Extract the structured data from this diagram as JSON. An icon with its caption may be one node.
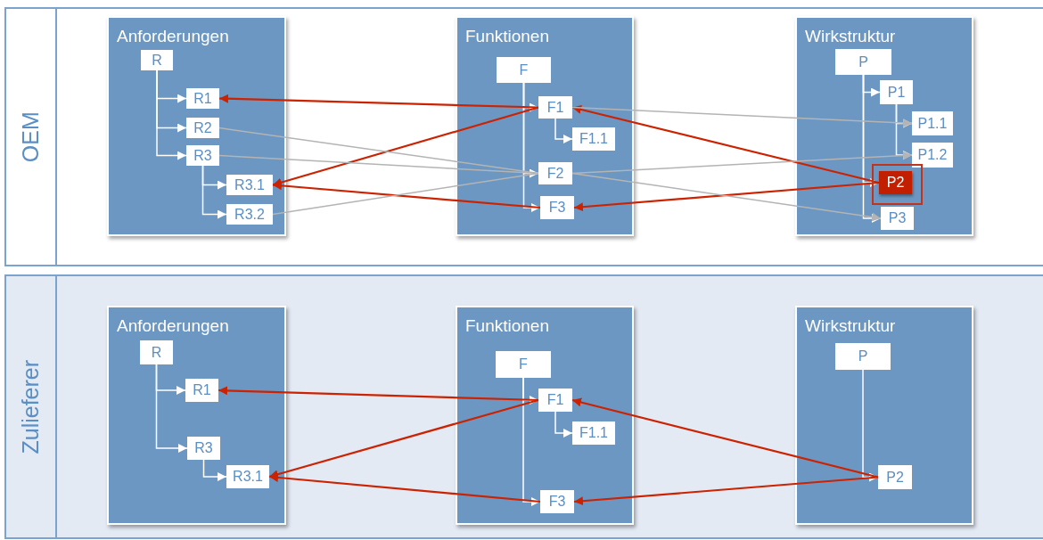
{
  "diagram": {
    "nodes": [
      {
        "text": [
          "OEM"
        ]
      },
      {
        "text": [
          "Anforderungen"
        ],
        "in": 0
      },
      {
        "text": [
          "R"
        ],
        "in": 1
      },
      {
        "text": [
          "R1"
        ],
        "in": 1
      },
      {
        "text": [
          "R2"
        ],
        "in": 1
      },
      {
        "text": [
          "R3"
        ],
        "in": 1
      },
      {
        "text": [
          "R3.1"
        ],
        "in": 1
      },
      {
        "text": [
          "R3.2"
        ],
        "in": 1
      },
      {
        "text": [
          "Funktionen"
        ],
        "in": 0
      },
      {
        "text": [
          "F"
        ],
        "in": 8
      },
      {
        "text": [
          "F1"
        ],
        "in": 8
      },
      {
        "text": [
          "F1.1"
        ],
        "in": 8
      },
      {
        "text": [
          "F2"
        ],
        "in": 8
      },
      {
        "text": [
          "F3"
        ],
        "in": 8
      },
      {
        "text": [
          "Wirkstruktur"
        ],
        "in": 0
      },
      {
        "text": [
          "P"
        ],
        "in": 14
      },
      {
        "text": [
          "P1"
        ],
        "in": 14
      },
      {
        "text": [
          "P1.1"
        ],
        "in": 14
      },
      {
        "text": [
          "P1.2"
        ],
        "in": 14
      },
      {
        "text": [],
        "shape": "box",
        "in": 14
      },
      {
        "text": [
          "P2"
        ],
        "in": 19
      },
      {
        "text": [
          "P3"
        ],
        "in": 14
      },
      {
        "text": [
          "Zulieferer"
        ]
      },
      {
        "text": [
          "Anforderungen"
        ],
        "in": 22
      },
      {
        "text": [
          "R"
        ],
        "in": 23
      },
      {
        "text": [
          "R1"
        ],
        "in": 23
      },
      {
        "text": [
          "R3"
        ],
        "in": 23
      },
      {
        "text": [
          "R3.1"
        ],
        "in": 23
      },
      {
        "text": [
          "Funktionen"
        ],
        "in": 22
      },
      {
        "text": [
          "F"
        ],
        "in": 28
      },
      {
        "text": [
          "F1"
        ],
        "in": 28
      },
      {
        "text": [
          "F1.1"
        ],
        "in": 28
      },
      {
        "text": [
          "F3"
        ],
        "in": 28
      },
      {
        "text": [
          "Wirkstruktur"
        ],
        "in": 22
      },
      {
        "text": [
          "P"
        ],
        "in": 33
      },
      {
        "text": [
          "P2"
        ],
        "in": 33
      }
    ],
    "edges": [
      {
        "from": 2,
        "to": 3,
        "arrow": "to"
      },
      {
        "from": 2,
        "to": 4,
        "arrow": "to"
      },
      {
        "from": 2,
        "to": 5,
        "arrow": "to"
      },
      {
        "from": 5,
        "to": 6,
        "arrow": "to"
      },
      {
        "from": 5,
        "to": 7,
        "arrow": "to"
      },
      {
        "from": 9,
        "to": 10,
        "arrow": "to"
      },
      {
        "from": 10,
        "to": 11,
        "arrow": "to"
      },
      {
        "from": 9,
        "to": 12,
        "arrow": "to"
      },
      {
        "from": 9,
        "to": 13,
        "arrow": "to"
      },
      {
        "from": 15,
        "to": 16,
        "arrow": "to"
      },
      {
        "from": 16,
        "to": 17,
        "arrow": "to"
      },
      {
        "from": 16,
        "to": 18,
        "arrow": "to"
      },
      {
        "from": 15,
        "to": 20,
        "arrow": "to"
      },
      {
        "from": 15,
        "to": 21,
        "arrow": "to"
      },
      {
        "from": 10,
        "to": 3,
        "arrow": "to",
        "color": "#cc2200"
      },
      {
        "from": 10,
        "to": 6,
        "arrow": "to",
        "color": "#cc2200"
      },
      {
        "from": 13,
        "to": 6,
        "arrow": "to",
        "color": "#cc2200"
      },
      {
        "from": 20,
        "to": 10,
        "arrow": "to",
        "color": "#cc2200"
      },
      {
        "from": 20,
        "to": 13,
        "arrow": "to",
        "color": "#cc2200"
      },
      {
        "from": 4,
        "to": 12,
        "arrow": "none",
        "color": "#b4b4b4"
      },
      {
        "from": 5,
        "to": 12,
        "arrow": "none",
        "color": "#b4b4b4"
      },
      {
        "from": 7,
        "to": 12,
        "arrow": "none",
        "color": "#b4b4b4"
      },
      {
        "from": 10,
        "to": 17,
        "arrow": "to",
        "color": "#b4b4b4"
      },
      {
        "from": 12,
        "to": 18,
        "arrow": "to",
        "color": "#b4b4b4"
      },
      {
        "from": 12,
        "to": 21,
        "arrow": "to",
        "color": "#b4b4b4"
      },
      {
        "from": 24,
        "to": 25,
        "arrow": "to"
      },
      {
        "from": 24,
        "to": 26,
        "arrow": "to"
      },
      {
        "from": 26,
        "to": 27,
        "arrow": "to"
      },
      {
        "from": 29,
        "to": 30,
        "arrow": "to"
      },
      {
        "from": 30,
        "to": 31,
        "arrow": "to"
      },
      {
        "from": 29,
        "to": 32,
        "arrow": "to"
      },
      {
        "from": 34,
        "to": 35,
        "arrow": "to"
      },
      {
        "from": 30,
        "to": 25,
        "arrow": "to",
        "color": "#cc2200"
      },
      {
        "from": 30,
        "to": 27,
        "arrow": "to",
        "color": "#cc2200"
      },
      {
        "from": 32,
        "to": 27,
        "arrow": "to",
        "color": "#cc2200"
      },
      {
        "from": 35,
        "to": 30,
        "arrow": "to",
        "color": "#cc2200"
      },
      {
        "from": 35,
        "to": 32,
        "arrow": "to",
        "color": "#cc2200"
      }
    ]
  }
}
